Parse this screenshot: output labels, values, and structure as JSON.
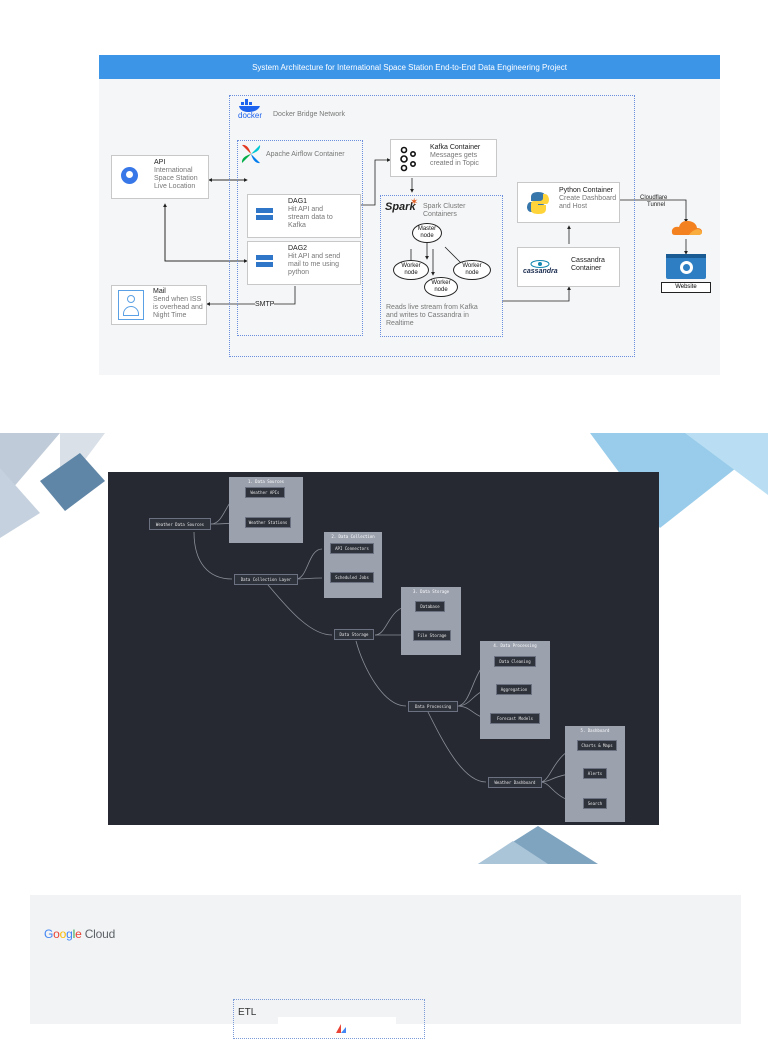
{
  "architecture": {
    "title": "System Architecture for International Space Station End-to-End Data Engineering Project",
    "docker_label": "docker",
    "docker_network": "Docker Bridge Network",
    "airflow_container": "Apache Airflow Container",
    "api": {
      "title": "API",
      "desc_lines": [
        "International",
        "Space Station",
        "Live Location"
      ]
    },
    "mail": {
      "title": "Mail",
      "desc_lines": [
        "Send when ISS",
        "is overhead and",
        "Night Time"
      ]
    },
    "dag1": {
      "title": "DAG1",
      "desc_lines": [
        "Hit API and",
        "stream data to",
        "Kafka"
      ]
    },
    "dag2": {
      "title": "DAG2",
      "desc_lines": [
        "Hit API and send",
        "mail to me using",
        "python"
      ]
    },
    "smtp": "SMTP",
    "kafka": {
      "title": "Kafka Container",
      "desc_lines": [
        "Messages gets",
        "created in Topic"
      ]
    },
    "spark": {
      "logo": "Spark",
      "title_lines": [
        "Spark Cluster",
        "Containers"
      ],
      "master_lines": [
        "Master",
        "node"
      ],
      "worker_lines": [
        "Worker",
        "node"
      ],
      "desc_lines": [
        "Reads live stream from Kafka",
        "and writes to Cassandra in",
        "Realtime"
      ]
    },
    "python": {
      "title": "Python Container",
      "desc_lines": [
        "Create Dashboard",
        "and Host"
      ]
    },
    "cassandra": {
      "logo": "cassandra",
      "title_lines": [
        "Cassandra",
        "Container"
      ]
    },
    "cloudflare_lines": [
      "Cloudflare",
      "Tunnel"
    ],
    "website": "Website"
  },
  "pipeline": {
    "root": "Weather Data Sources",
    "groups": [
      {
        "title": "1. Data Sources",
        "items": [
          "Weather APIs",
          "Weather Stations"
        ]
      },
      {
        "title": "2. Data Collection",
        "items": [
          "API Connectors",
          "Scheduled Jobs"
        ]
      },
      {
        "title": "3. Data Storage",
        "items": [
          "Database",
          "File Storage"
        ]
      },
      {
        "title": "4. Data Processing",
        "items": [
          "Data Cleaning",
          "Aggregation",
          "Forecast Models"
        ]
      },
      {
        "title": "5. Dashboard",
        "items": [
          "Charts & Maps",
          "Alerts",
          "Search"
        ]
      }
    ],
    "hubs": [
      "Data Collection Layer",
      "Data Storage",
      "Data Processing",
      "Weather Dashboard"
    ]
  },
  "gcp": {
    "brand_letters": [
      "G",
      "o",
      "o",
      "g",
      "l",
      "e"
    ],
    "brand_colors": [
      "#4285F4",
      "#EA4335",
      "#FBBC05",
      "#4285F4",
      "#34A853",
      "#EA4335"
    ],
    "product": "Cloud",
    "etl_label": "ETL"
  }
}
